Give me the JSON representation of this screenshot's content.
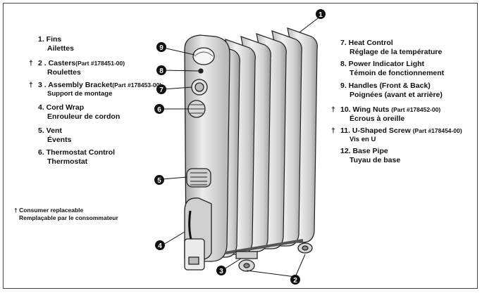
{
  "left_items": [
    {
      "mark": "",
      "en": "1. Fins",
      "part": "",
      "fr": "Ailettes"
    },
    {
      "mark": "†",
      "en": "2 .  Casters",
      "part": "(Part #178451-00)",
      "fr": "Roulettes"
    },
    {
      "mark": "†",
      "en": "3 .  Assembly Bracket",
      "part": "(Part #178453-00)",
      "fr": "Support de montage"
    },
    {
      "mark": "",
      "en": "4. Cord Wrap",
      "part": "",
      "fr": "Enrouleur de cordon"
    },
    {
      "mark": "",
      "en": "5. Vent",
      "part": "",
      "fr": "Évents"
    },
    {
      "mark": "",
      "en": "6. Thermostat Control",
      "part": "",
      "fr": "Thermostat"
    }
  ],
  "right_items": [
    {
      "mark": "",
      "en": "7. Heat Control",
      "part": "",
      "fr": "Réglage de la température"
    },
    {
      "mark": "",
      "en": "8. Power Indicator Light",
      "part": "",
      "fr": "Témoin de fonctionnement"
    },
    {
      "mark": "",
      "en": "9. Handles (Front & Back)",
      "part": "",
      "fr": "Poignées (avant et arrière)"
    },
    {
      "mark": "†",
      "en": "10. Wing Nuts ",
      "part": "(Part #178452-00)",
      "fr": "Écrous à oreille"
    },
    {
      "mark": "†",
      "en": "11. U-Shaped Screw ",
      "part": "(Part #178454-00)",
      "fr": "Vis en U"
    },
    {
      "mark": "",
      "en": "12. Base Pipe",
      "part": "",
      "fr": "Tuyau de base"
    }
  ],
  "note": {
    "en": "† Consumer replaceable",
    "fr": "Remplaçable par le consommateur"
  },
  "callouts": [
    "1",
    "2",
    "3",
    "4",
    "5",
    "6",
    "7",
    "8",
    "9"
  ],
  "colors": {
    "outline": "#222222",
    "fill_light": "#e8e8e8",
    "fill_mid": "#c8c8c8",
    "callout": "#111111"
  }
}
